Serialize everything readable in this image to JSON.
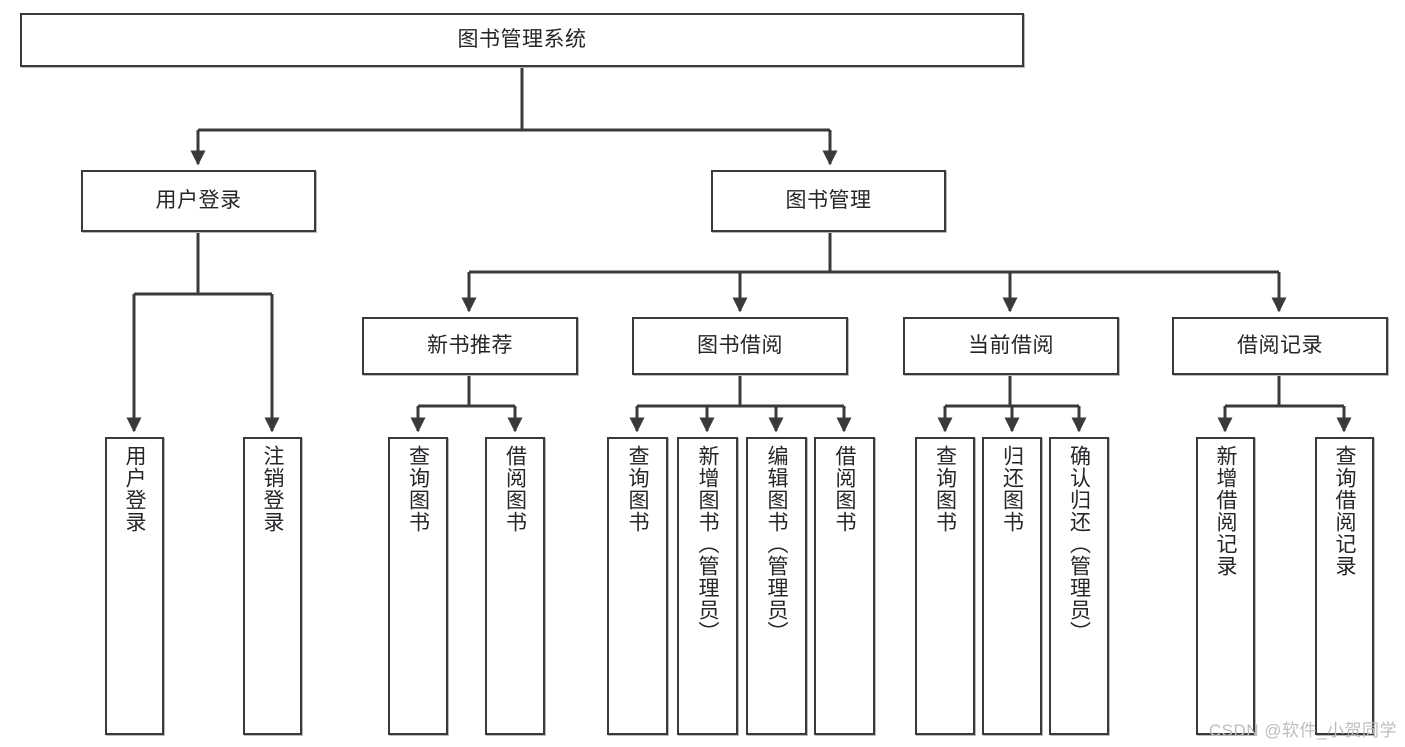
{
  "diagram": {
    "type": "tree",
    "title": "图书管理系统",
    "root": {
      "label": "图书管理系统"
    },
    "level2": [
      {
        "label": "用户登录"
      },
      {
        "label": "图书管理"
      }
    ],
    "level3": [
      {
        "label": "新书推荐"
      },
      {
        "label": "图书借阅"
      },
      {
        "label": "当前借阅"
      },
      {
        "label": "借阅记录"
      }
    ],
    "leaves": {
      "user_login": [
        {
          "label": "用户登录"
        },
        {
          "label": "注销登录"
        }
      ],
      "new_book_recommend": [
        {
          "label": "查询图书"
        },
        {
          "label": "借阅图书"
        }
      ],
      "book_borrow": [
        {
          "label": "查询图书"
        },
        {
          "label": "新增图书（管理员）"
        },
        {
          "label": "编辑图书（管理员）"
        },
        {
          "label": "借阅图书"
        }
      ],
      "current_borrow": [
        {
          "label": "查询图书"
        },
        {
          "label": "归还图书"
        },
        {
          "label": "确认归还（管理员）"
        }
      ],
      "borrow_record": [
        {
          "label": "新增借阅记录"
        },
        {
          "label": "查询借阅记录"
        }
      ]
    }
  },
  "watermark": {
    "text": "CSDN @软件_小贺同学"
  },
  "colors": {
    "border": "#3a3a3a",
    "text": "#26262a",
    "background": "#ffffff",
    "watermark": "#bdbdbd"
  }
}
